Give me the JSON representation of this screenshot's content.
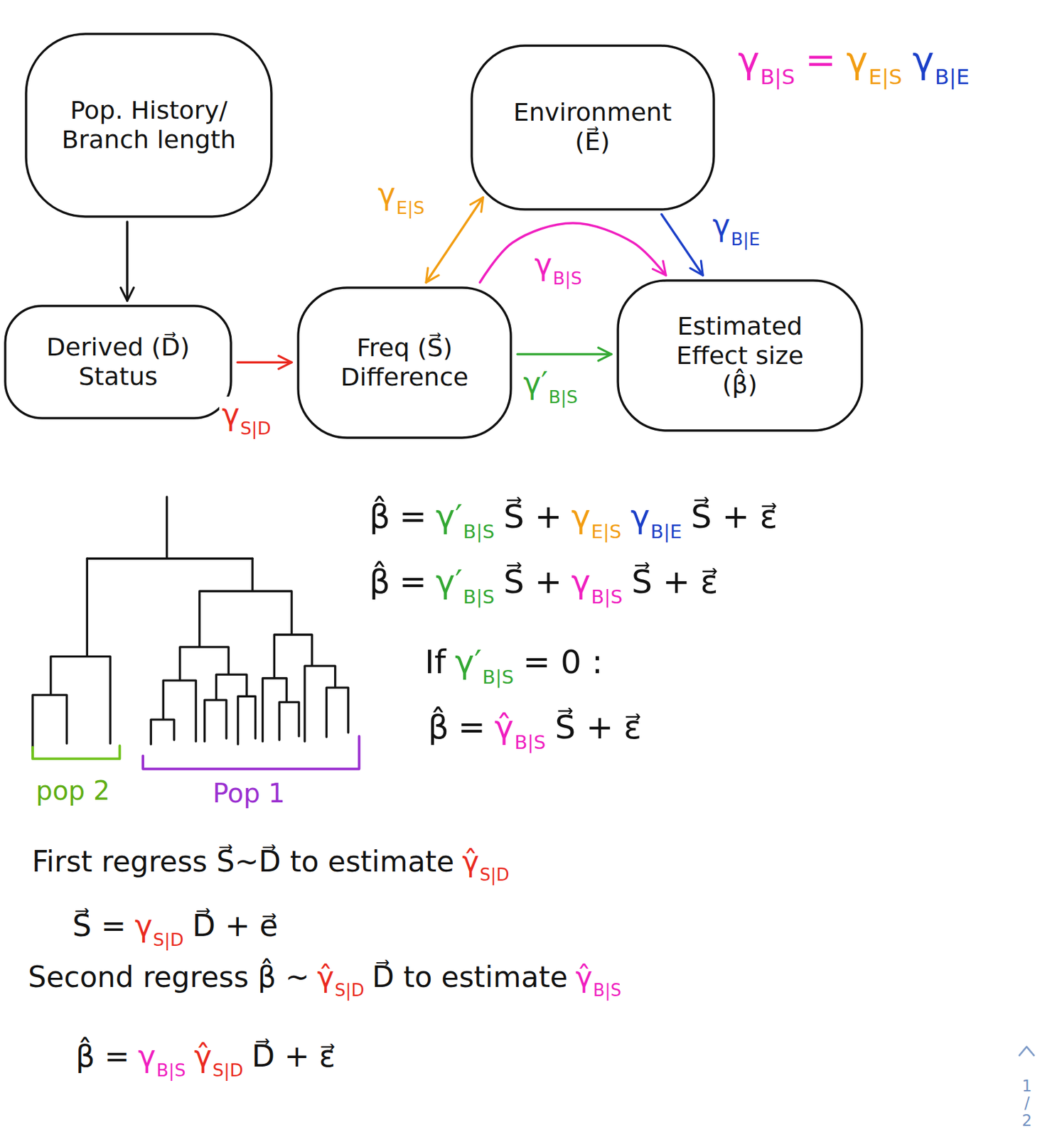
{
  "diagram": {
    "nodes": [
      {
        "text": [
          "Pop. History/ Branch length"
        ]
      },
      {
        "text": [
          "Environment (E⃗)"
        ]
      },
      {
        "text": [
          "Derived (D⃗) Status"
        ]
      },
      {
        "text": [
          "Freq (S⃗) Difference"
        ]
      },
      {
        "text": [
          "Estimated Effect size (β̂)"
        ]
      }
    ],
    "edges": [
      {
        "from": 0,
        "to": 2,
        "arrow": "to"
      },
      {
        "from": 2,
        "to": 3,
        "arrow": "to",
        "label": "γ"
      },
      {
        "from": 3,
        "to": 4,
        "arrow": "to",
        "label": "γ′"
      },
      {
        "from": 1,
        "to": 3,
        "arrow": "both",
        "label": "γ"
      },
      {
        "from": 1,
        "to": 4,
        "arrow": "to",
        "label": "γ"
      },
      {
        "from": 3,
        "to": 4,
        "arrow": "to",
        "label": "γ"
      }
    ],
    "labels": [
      "γ",
      "B|S",
      "=",
      "γ",
      "E|S",
      "γ",
      "B|E",
      "E|S",
      "B|E",
      "B|S",
      "S|D",
      "B|S",
      "β̂",
      "=",
      "γ′",
      "B|S",
      "S⃗ +",
      "γ",
      "E|S",
      "γ",
      "B|E",
      "S⃗ + ε⃗",
      "β̂",
      "=",
      "γ′",
      "B|S",
      "S⃗ +",
      "γ",
      "B|S",
      "S⃗ + ε⃗",
      "pop 2",
      "Pop 1",
      "If",
      "γ′",
      "B|S",
      "= 0 :",
      "β̂",
      "=",
      "γ̂",
      "B|S",
      "S⃗ + ε⃗",
      "First regress S⃗~D⃗ to estimate",
      "γ̂",
      "S|D",
      "S⃗ =",
      "γ",
      "S|D",
      "D⃗ + e⃗",
      "Second regress β̂ ~",
      "γ̂",
      "S|D",
      "D⃗ to estimate",
      "γ̂",
      "B|S",
      "β̂ =",
      "γ",
      "B|S",
      "γ̂",
      "S|D",
      "D⃗ + ε⃗",
      "1 / 2"
    ]
  }
}
